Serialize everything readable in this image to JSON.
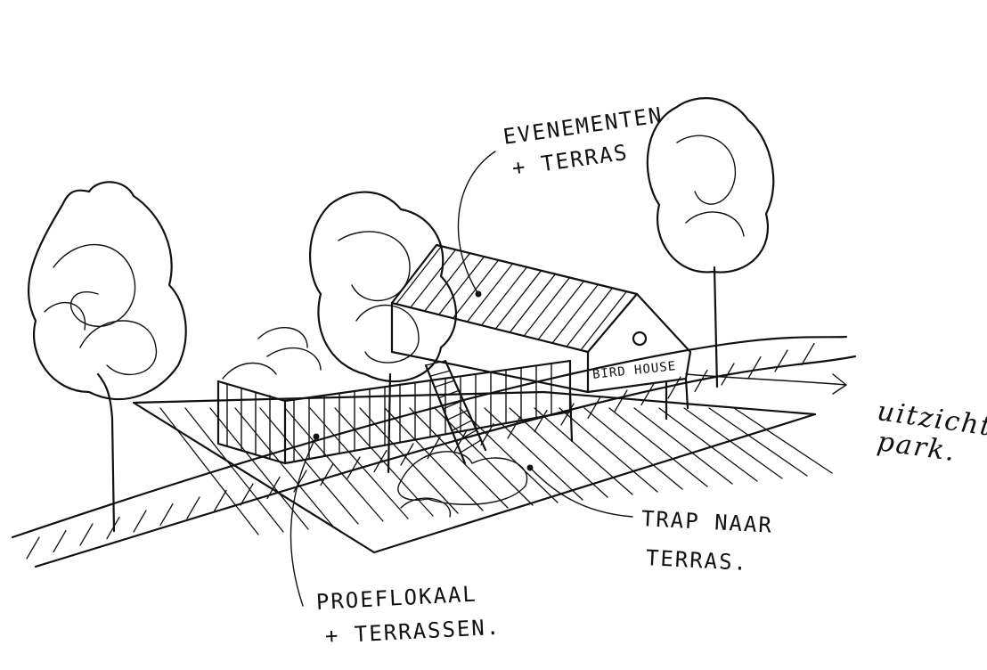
{
  "annotations": {
    "evenementen": "EVENEMENTEN",
    "evenementen_terras": "+ TERRAS",
    "uitzicht": "uitzicht",
    "uitzicht_park": "park.",
    "trap": "TRAP NAAR",
    "trap_terras": "TERRAS.",
    "proeflokaal": "PROEFLOKAAL",
    "proeflokaal_terrassen": "+ TERRASSEN."
  },
  "building_sign": "BIRD HOUSE"
}
